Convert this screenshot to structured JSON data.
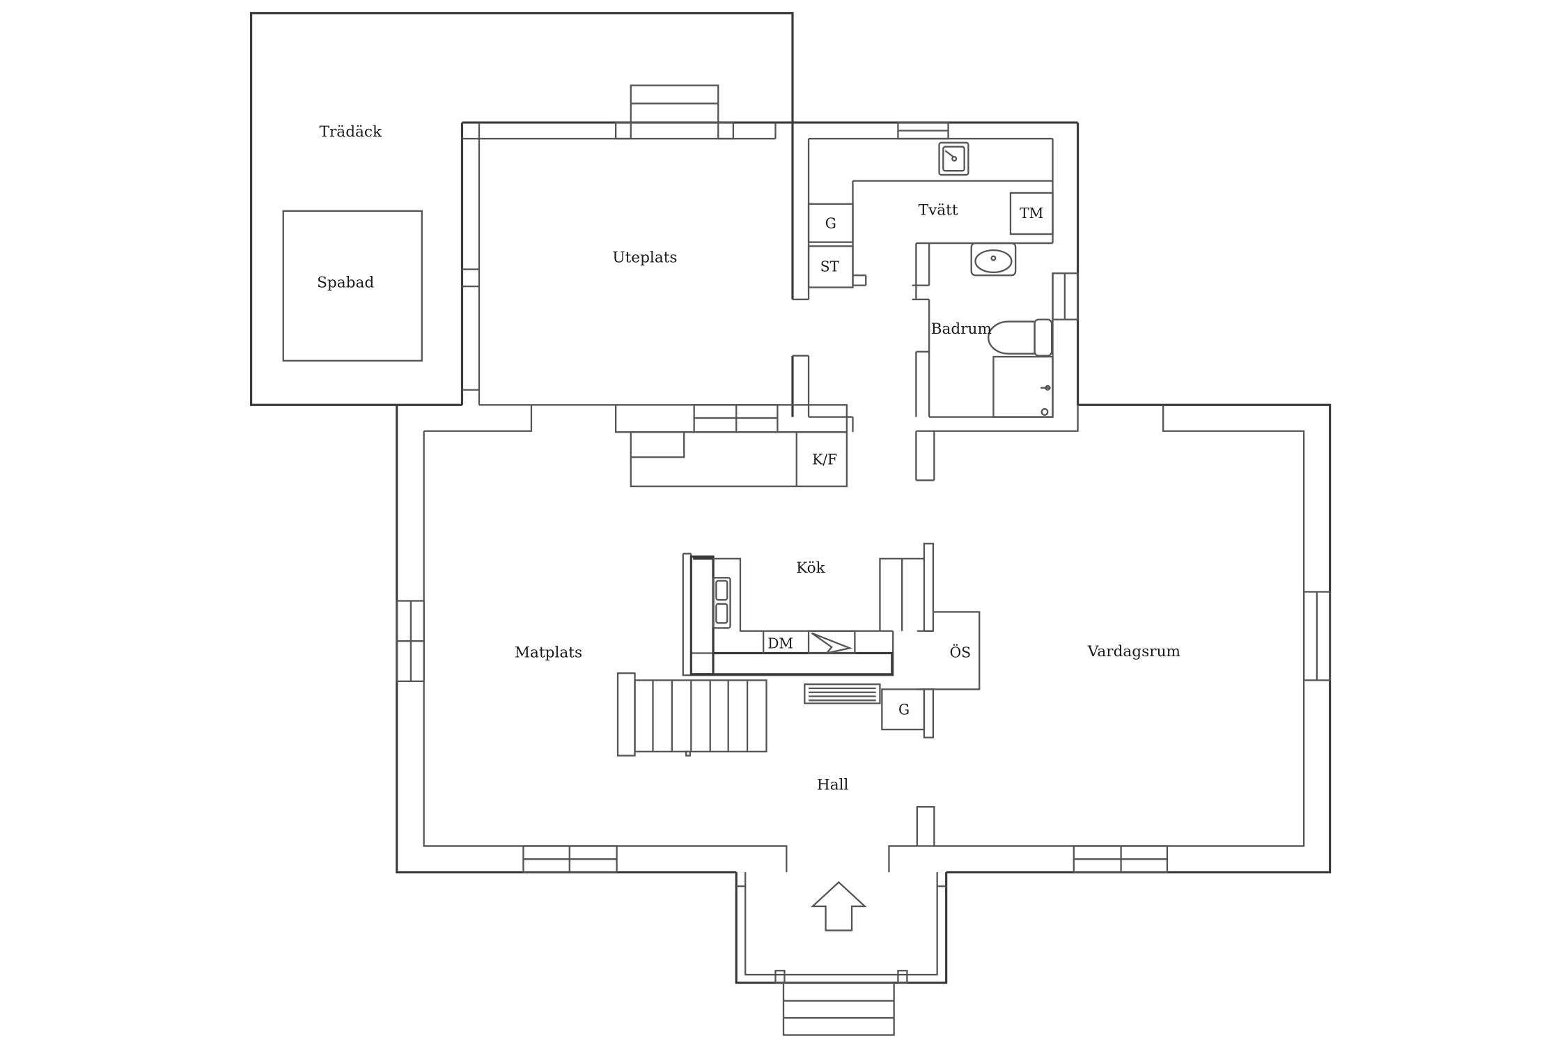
{
  "rooms": {
    "tradack": "Trädäck",
    "spabad": "Spabad",
    "uteplats": "Uteplats",
    "tvatt": "Tvätt",
    "badrum": "Badrum",
    "kok": "Kök",
    "matplats": "Matplats",
    "vardagsrum": "Vardagsrum",
    "hall": "Hall"
  },
  "fixtures": {
    "g_tvatt": "G",
    "tm": "TM",
    "st": "ST",
    "kf": "K/F",
    "dm": "DM",
    "os": "ÖS",
    "g_kok": "G"
  },
  "colors": {
    "line": "#3a3a3a",
    "text": "#1a1a1a",
    "background": "#ffffff"
  }
}
